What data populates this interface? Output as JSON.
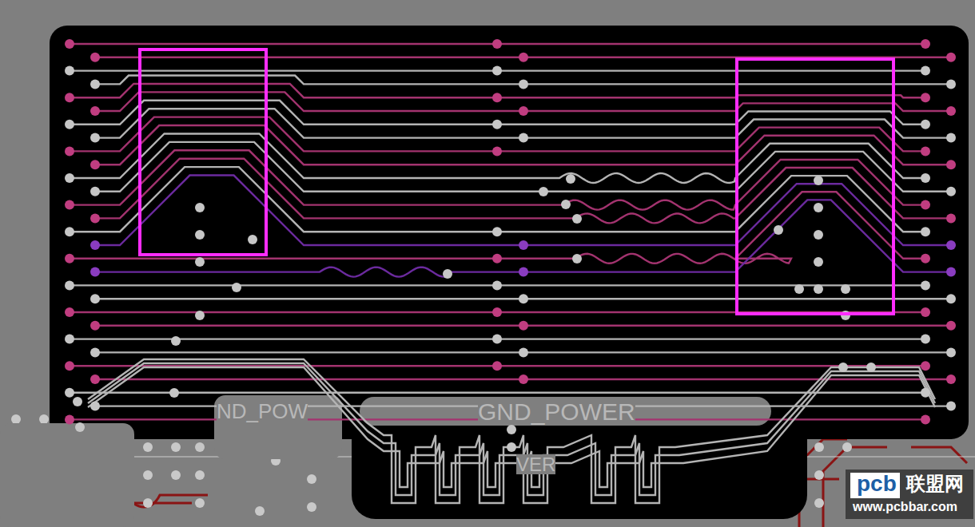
{
  "diagram": {
    "labels": [
      "ND_POW",
      "GND_POWER",
      "VER",
      "pcb",
      "联盟网",
      "www.pcbbar.com"
    ]
  }
}
